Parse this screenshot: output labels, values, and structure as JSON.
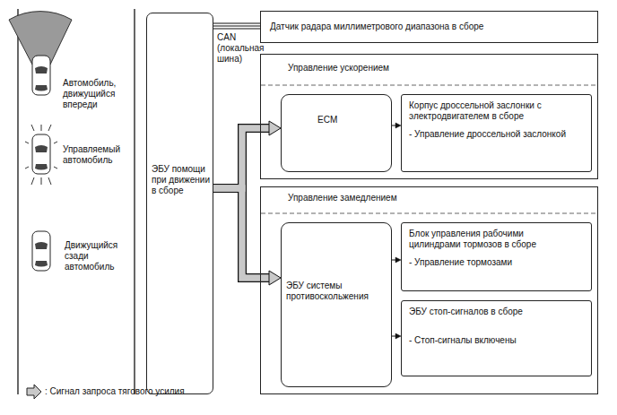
{
  "diagram": {
    "nodes": [
      {
        "text": [
          "ЭБУ помощи при движении в сборе"
        ]
      },
      {
        "text": [
          "Датчик радара миллиметрового диапазона в сборе"
        ]
      },
      {
        "text": [
          "Управление ускорением"
        ]
      },
      {
        "text": [
          "ECM"
        ],
        "in": 2
      },
      {
        "text": [
          "Корпус дроссельной заслонки с электродвигателем в сборе",
          "- Управление дроссельной заслонкой"
        ],
        "in": 2
      },
      {
        "text": [
          "Управление замедлением"
        ]
      },
      {
        "text": [
          "ЭБУ системы противоскольжения"
        ],
        "in": 5
      },
      {
        "text": [
          "Блок управления рабочими цилиндрами тормозов в сборе",
          "- Управление тормозами"
        ],
        "in": 5
      },
      {
        "text": [
          "ЭБУ стоп-сигналов в сборе",
          "- Стоп-сигналы включены"
        ],
        "in": 5
      }
    ],
    "edges": [
      {
        "from": 0,
        "to": 1,
        "arrow": "none",
        "label": "CAN (локальная шина)"
      },
      {
        "from": 0,
        "to": 3,
        "arrow": "to"
      },
      {
        "from": 0,
        "to": 6,
        "arrow": "to"
      },
      {
        "from": 3,
        "to": 4,
        "arrow": "to"
      },
      {
        "from": 6,
        "to": 7,
        "arrow": "to"
      },
      {
        "from": 6,
        "to": 8,
        "arrow": "to"
      }
    ],
    "labels": [
      "Автомобиль, движущийся впереди",
      "Управляемый автомобиль",
      "Движущийся сзади автомобиль"
    ],
    "legend": [
      {
        "text": ": Сигнал запроса тягового усилия"
      }
    ]
  }
}
